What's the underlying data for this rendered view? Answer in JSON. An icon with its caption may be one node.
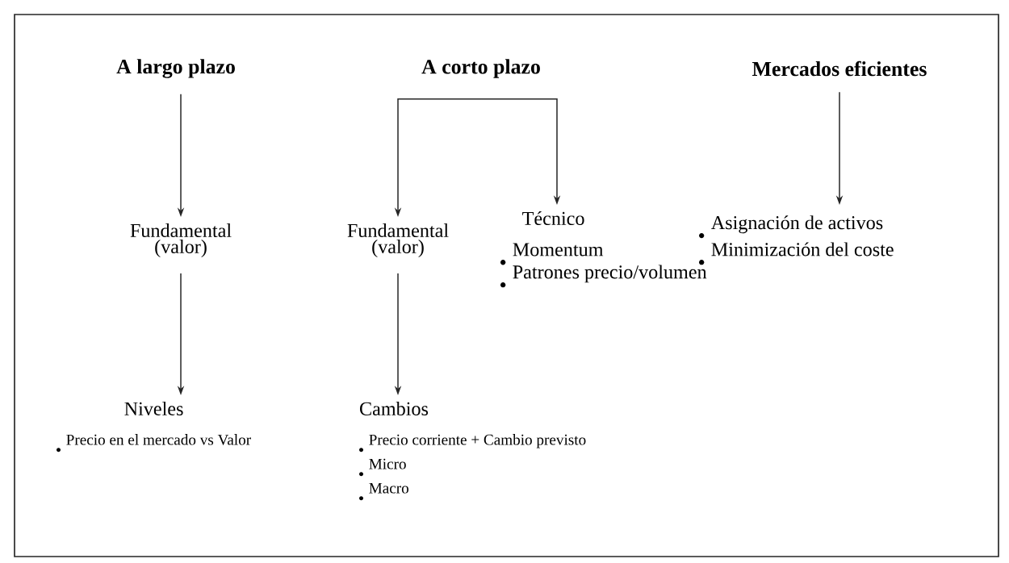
{
  "diagram": {
    "nodes": [
      {
        "text": [
          "A largo plazo"
        ]
      },
      {
        "text": [
          "A corto plazo"
        ]
      },
      {
        "text": [
          "Mercados eficientes"
        ]
      },
      {
        "text": [
          "Fundamental (valor)"
        ]
      },
      {
        "text": [
          "Fundamental (valor)"
        ]
      },
      {
        "text": [
          "Técnico",
          "Momentum",
          "Patrones precio/volumen"
        ]
      },
      {
        "text": [
          "Asignación de activos",
          "Minimización del coste"
        ]
      },
      {
        "text": [
          "Niveles",
          "Precio en el mercado vs Valor"
        ]
      },
      {
        "text": [
          "Cambios",
          "Precio corriente + Cambio previsto",
          "Micro",
          "Macro"
        ]
      }
    ],
    "edges": [
      {
        "from": 0,
        "to": 3,
        "arrow": "to"
      },
      {
        "from": 3,
        "to": 7,
        "arrow": "to"
      },
      {
        "from": 1,
        "to": 4,
        "arrow": "to"
      },
      {
        "from": 1,
        "to": 5,
        "arrow": "to"
      },
      {
        "from": 4,
        "to": 8,
        "arrow": "to"
      },
      {
        "from": 2,
        "to": 6,
        "arrow": "to"
      }
    ]
  }
}
